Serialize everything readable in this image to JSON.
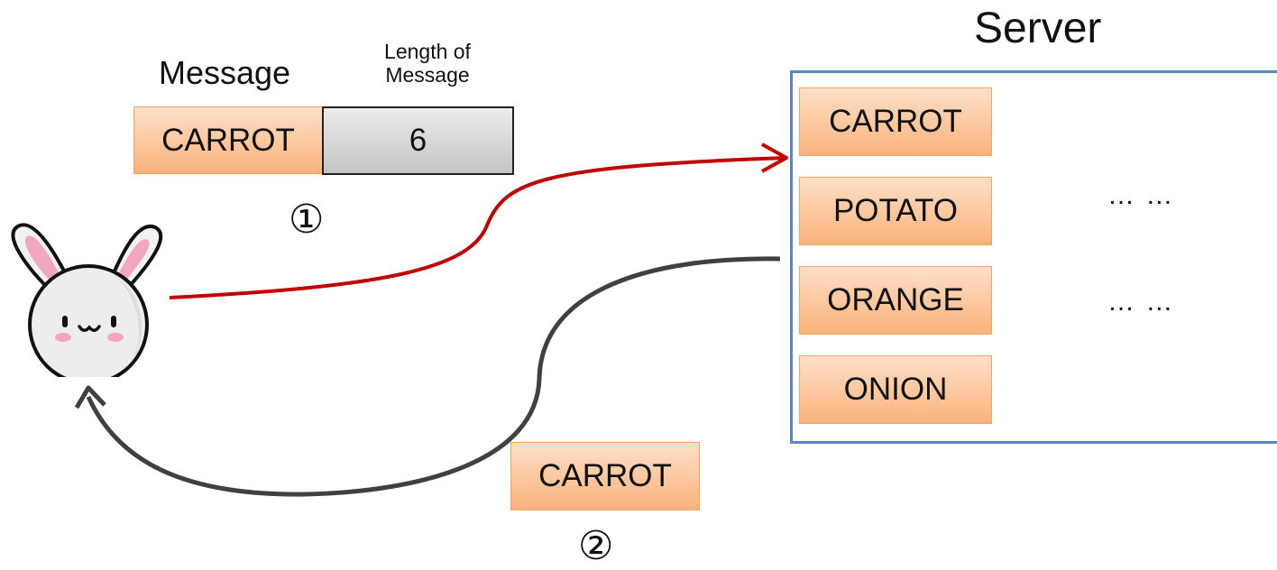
{
  "message": {
    "header": "Message",
    "length_header_line1": "Length of",
    "length_header_line2": "Message",
    "word": "CARROT",
    "length_value": "6"
  },
  "step1_marker": "①",
  "step2_marker": "②",
  "server": {
    "title": "Server",
    "entries": [
      "CARROT",
      "POTATO",
      "ORANGE",
      "ONION"
    ],
    "ellipsis_1": "… …",
    "ellipsis_2": "… …"
  },
  "response": {
    "word": "CARROT"
  },
  "colors": {
    "request_arrow": "#c00000",
    "response_arrow": "#404040",
    "server_border": "#5b86c5",
    "cell_fill": "#fcc79e"
  },
  "icons": {
    "client": "bunny-icon"
  }
}
